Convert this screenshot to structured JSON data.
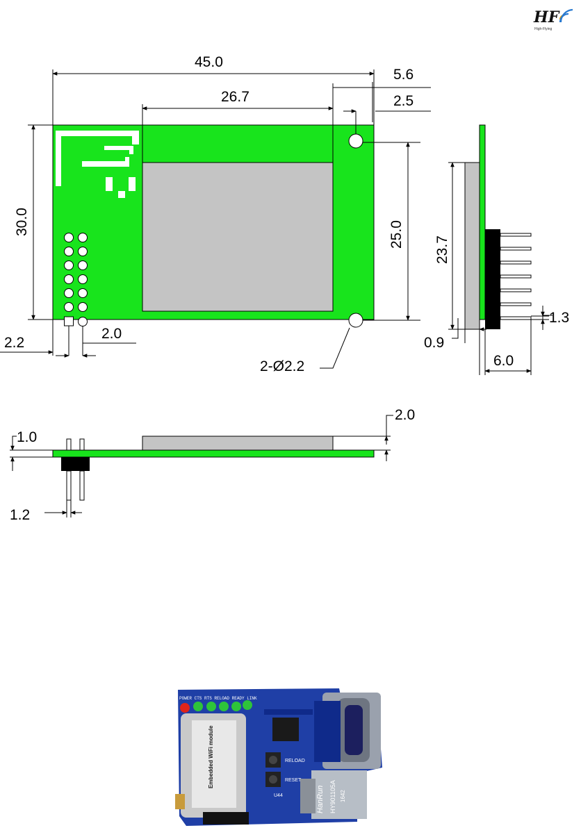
{
  "logo": {
    "text": "HF",
    "subtext": "High-Flying"
  },
  "dimensions": {
    "overall_length": "45.0",
    "module_length": "26.7",
    "hole_offset_top": "5.6",
    "hole_offset_inner": "2.5",
    "board_height": "30.0",
    "hole_spacing": "25.0",
    "pin_offset": "2.2",
    "pin_pitch": "2.0",
    "hole_spec": "2-Ø2.2",
    "side_module_height": "23.7",
    "pin_thickness": "1.3",
    "board_thickness_side": "0.9",
    "pin_length": "6.0",
    "module_thickness": "2.0",
    "pcb_thickness": "1.0",
    "pin_width": "1.2"
  },
  "board_photo": {
    "led_labels": "POWER CTS RTS RELOAD READY LINK",
    "module_label": "Embedded WiFi module",
    "button_reload": "RELOAD",
    "button_reset": "RESET",
    "jack_brand": "HanRun",
    "jack_model": "HY901105A",
    "jack_code": "1642",
    "chip_label": "U44"
  },
  "colors": {
    "pcb": "#18e41c",
    "module": "#c4c4c4",
    "header": "#000000",
    "photo_pcb": "#1f3fa6"
  }
}
